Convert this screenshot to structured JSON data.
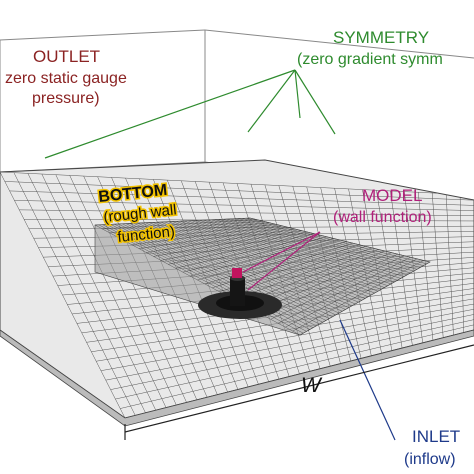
{
  "labels": {
    "outlet_title": "OUTLET",
    "outlet_line1": "zero static gauge",
    "outlet_line2": "pressure)",
    "symmetry_title": "SYMMETRY",
    "symmetry_line1": "(zero gradient symm",
    "bottom_title": "BOTTOM",
    "bottom_line1": "(rough wall",
    "bottom_line2": "function)",
    "model_title": "MODEL",
    "model_line1": "(wall function)",
    "width_symbol": "W",
    "inlet_title": "INLET",
    "inlet_line1": "(inflow)"
  },
  "colors": {
    "outlet": "#8b2323",
    "symmetry": "#2e8b2e",
    "model": "#b0207a",
    "inlet": "#1e3a8a",
    "mesh": "#333333",
    "box": "#888888",
    "text": "#111111"
  }
}
